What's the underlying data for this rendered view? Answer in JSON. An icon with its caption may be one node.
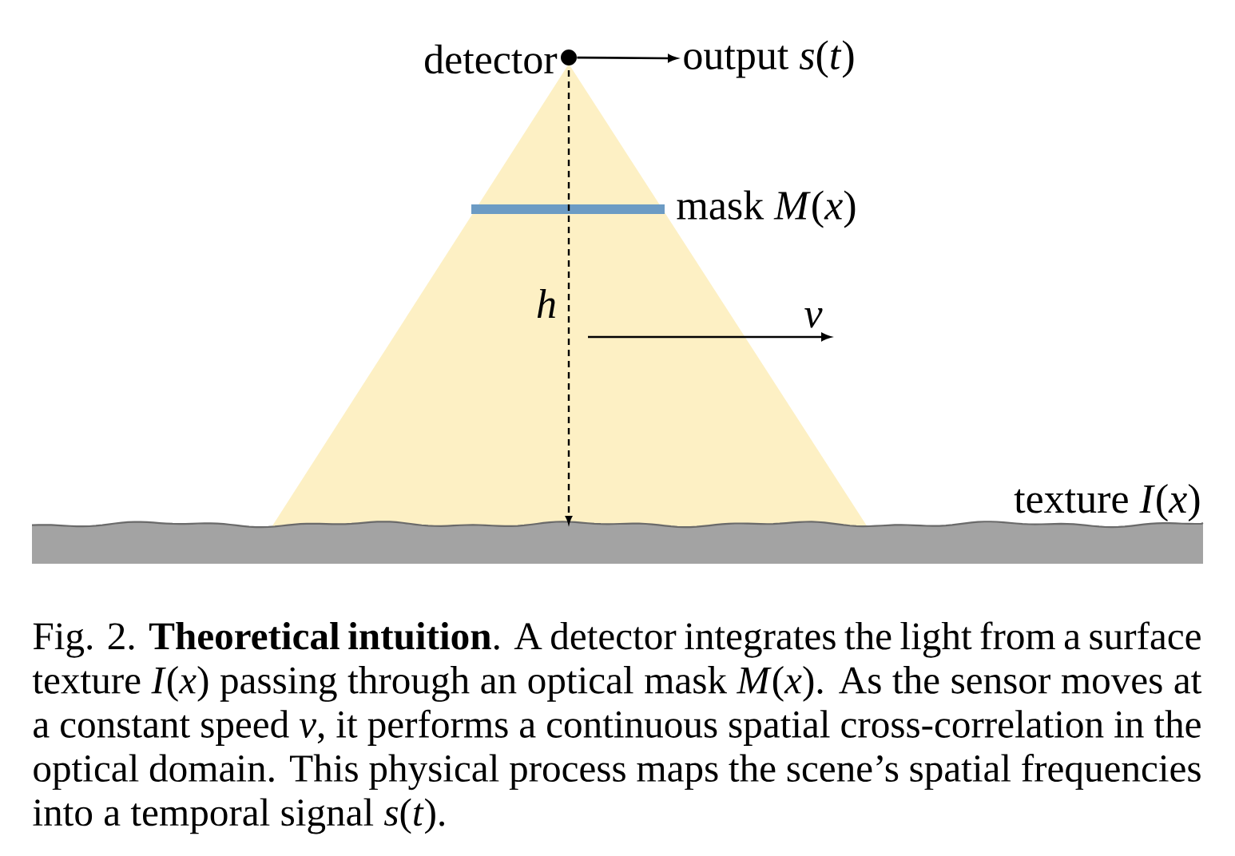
{
  "diagram": {
    "caption": "Fig. 2. **Theoretical intuition**. A detector integrates the light from a surface texture *I*(*x*) passing through an optical mask *M*(*x*). As the sensor moves at a constant speed *v*, it performs a continuous spatial cross-correlation in the optical domain. This physical process maps the scene’s spatial frequencies into a temporal signal *s*(*t*).",
    "nodes": [
      {
        "text": [],
        "shape": "circle",
        "beside": [
          "detector"
        ]
      },
      {
        "text": [
          "output *s*(*t*)"
        ]
      },
      {
        "text": [],
        "shape": "bar",
        "beside": [
          "mask *M*(*x*)"
        ]
      },
      {
        "text": [],
        "shape": "box",
        "beside": [
          "texture *I*(*x*)"
        ]
      }
    ],
    "edges": [
      {
        "from": 0,
        "to": 1,
        "arrow": "to"
      }
    ],
    "labels": [
      "h",
      "v"
    ]
  }
}
